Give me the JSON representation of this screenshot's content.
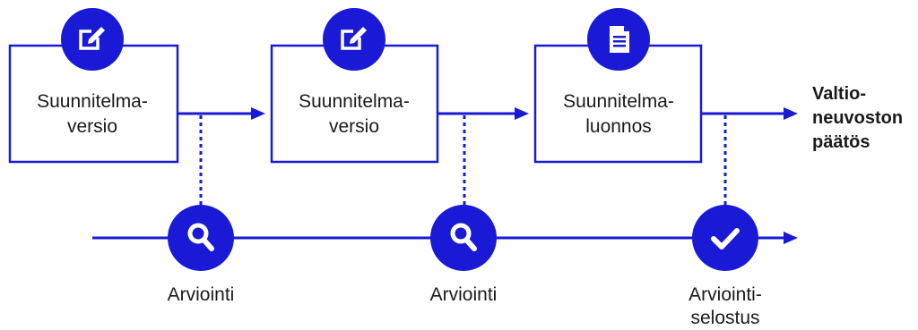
{
  "colors": {
    "accent": "#1a1ad6",
    "text": "#1b1b1b",
    "background": "#ffffff"
  },
  "stages": [
    {
      "line1": "Suunnitelma-",
      "line2": "versio",
      "icon": "edit-icon"
    },
    {
      "line1": "Suunnitelma-",
      "line2": "versio",
      "icon": "edit-icon"
    },
    {
      "line1": "Suunnitelma-",
      "line2": "luonnos",
      "icon": "document-icon"
    }
  ],
  "final_output": {
    "line1": "Valtio-",
    "line2": "neuvoston",
    "line3": "päätös"
  },
  "assessments": [
    {
      "line1": "Arviointi",
      "line2": "",
      "icon": "search-icon"
    },
    {
      "line1": "Arviointi",
      "line2": "",
      "icon": "search-icon"
    },
    {
      "line1": "Arviointi-",
      "line2": "selostus",
      "icon": "check-icon"
    }
  ]
}
